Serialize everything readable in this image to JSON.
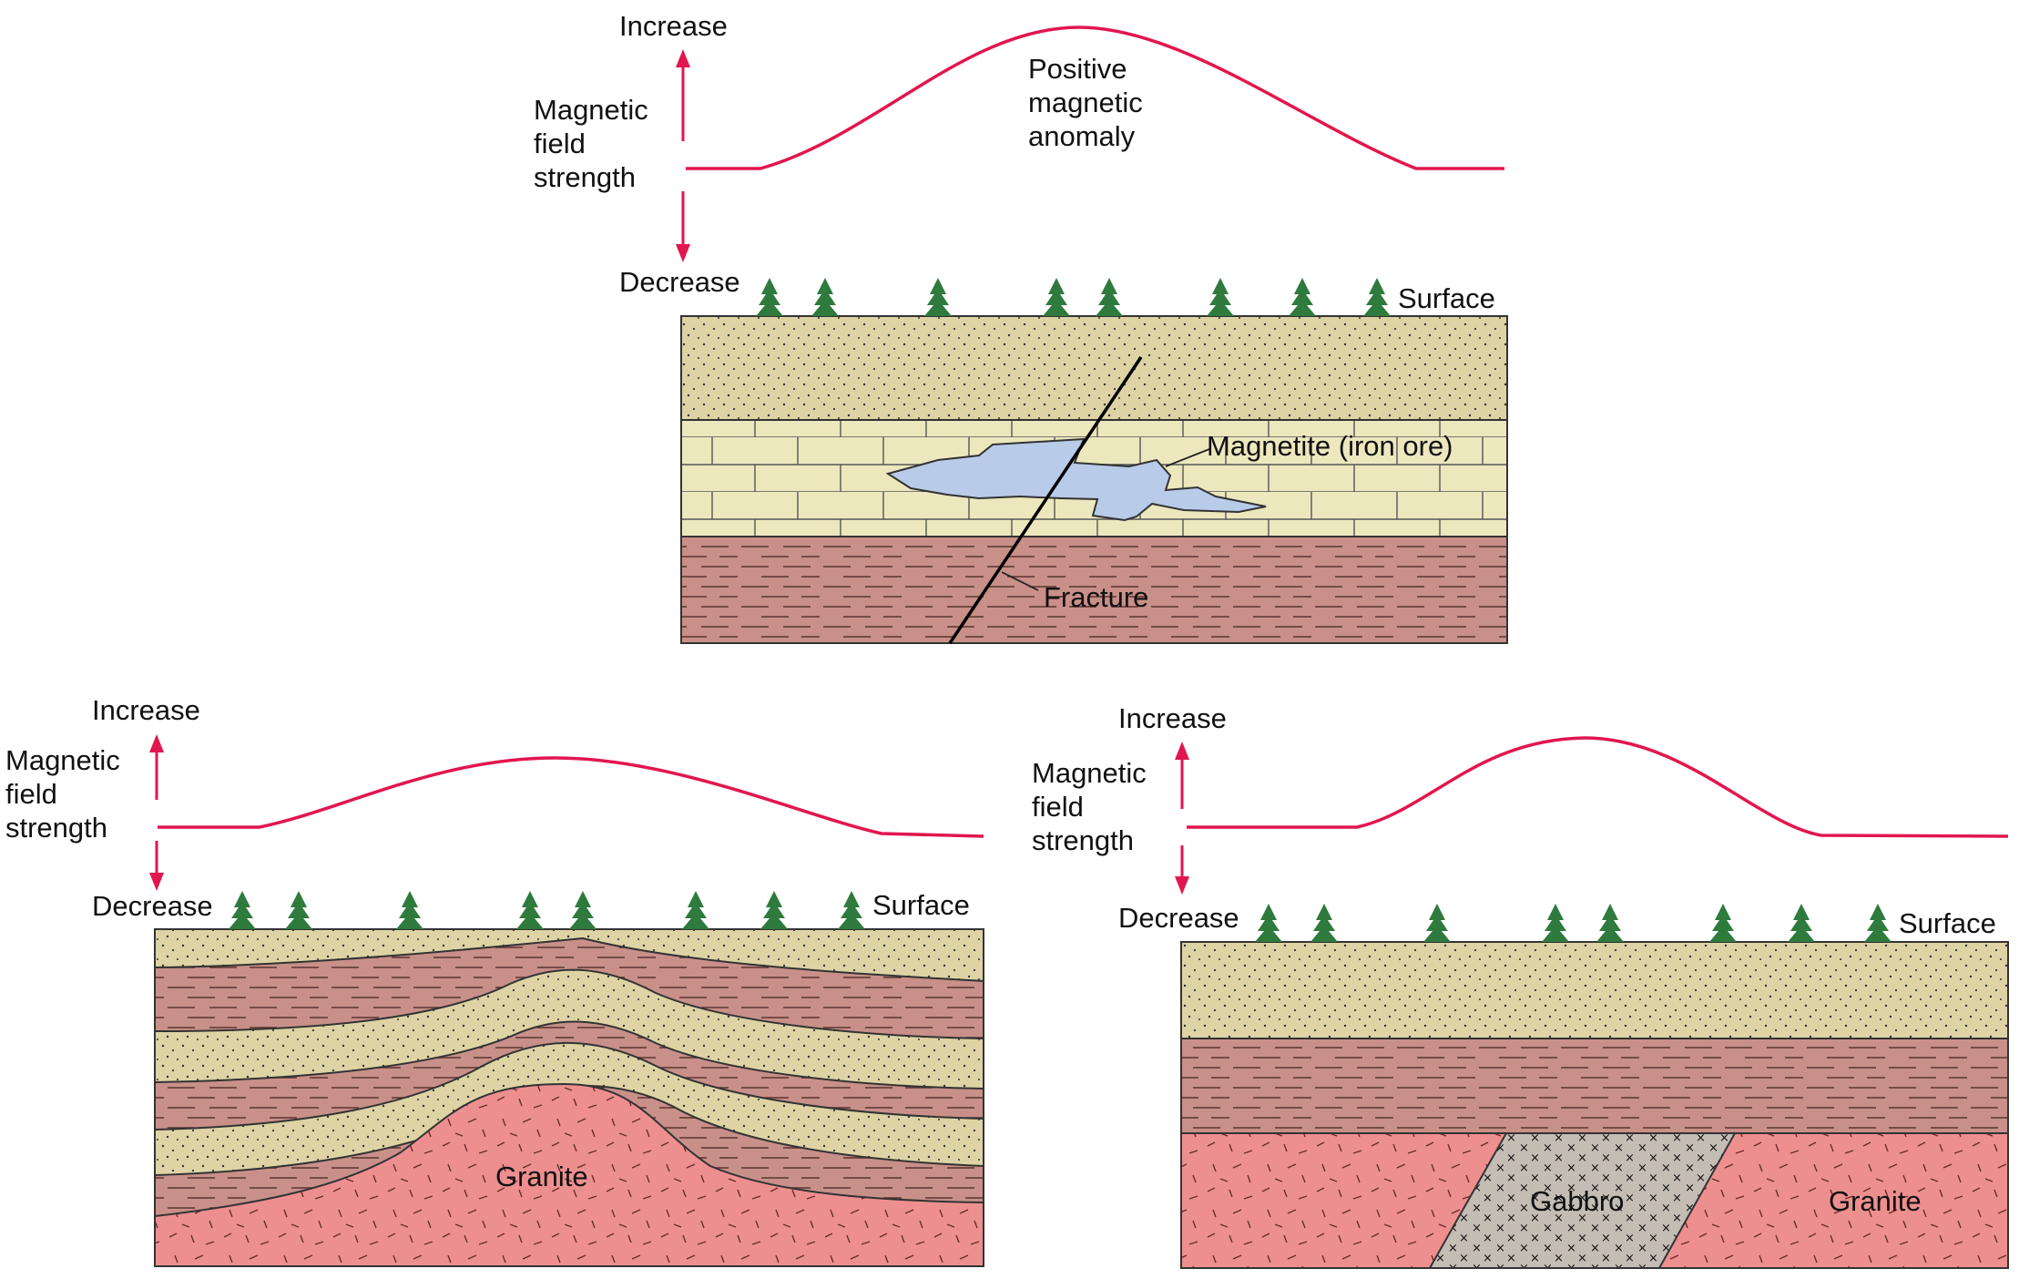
{
  "colors": {
    "curve": "#e2164e",
    "sandstone": "#ddd3a4",
    "limestone": "#ece7bd",
    "shale": "#c89088",
    "granite": "#ee8f8f",
    "gabbro": "#c4bdb4",
    "magnetite": "#b8cbe8",
    "tree": "#2f7a3d"
  },
  "panels": {
    "top": {
      "increase": "Increase",
      "decrease": "Decrease",
      "axis_label": [
        "Magnetic",
        "field",
        "strength"
      ],
      "anomaly_label": [
        "Positive",
        "magnetic",
        "anomaly"
      ],
      "surface": "Surface",
      "magnetite": "Magnetite (iron ore)",
      "fracture": "Fracture"
    },
    "left": {
      "increase": "Increase",
      "decrease": "Decrease",
      "axis_label": [
        "Magnetic",
        "field",
        "strength"
      ],
      "surface": "Surface",
      "granite": "Granite"
    },
    "right": {
      "increase": "Increase",
      "decrease": "Decrease",
      "axis_label": [
        "Magnetic",
        "field",
        "strength"
      ],
      "surface": "Surface",
      "gabbro": "Gabbro",
      "granite": "Granite"
    }
  }
}
